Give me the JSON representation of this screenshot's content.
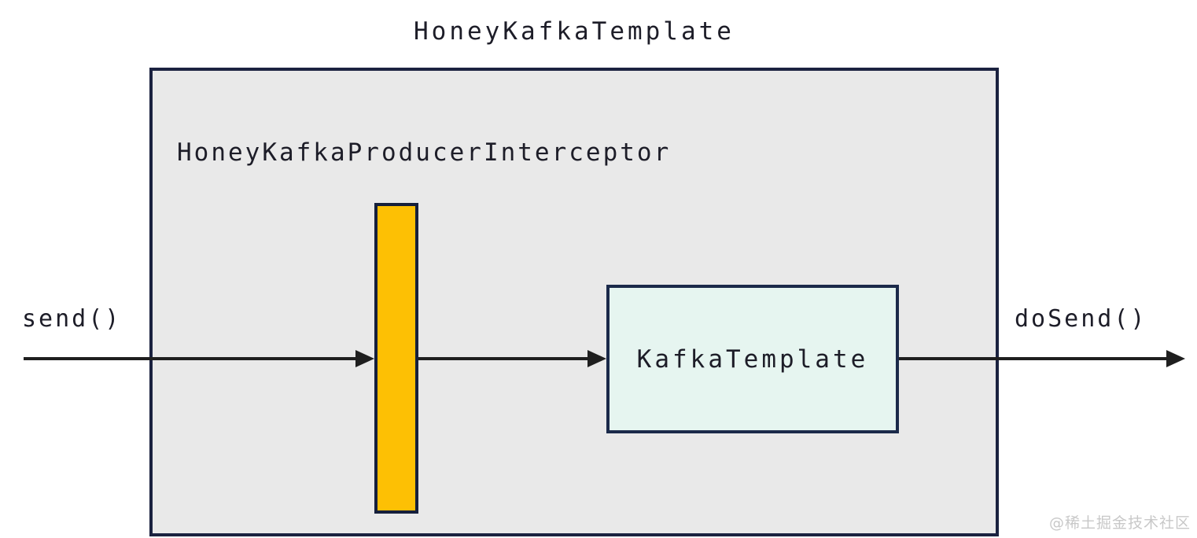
{
  "diagram": {
    "title": "HoneyKafkaTemplate",
    "outer_box": {
      "label": "HoneyKafkaProducerInterceptor"
    },
    "kafka_box": {
      "label": "KafkaTemplate"
    },
    "arrows": {
      "send_label": "send()",
      "dosend_label": "doSend()"
    },
    "watermark": {
      "text": "@稀土掘金技术社区"
    }
  },
  "colors": {
    "canvas-bg": "#ffffff",
    "outer-fill": "#e9e9e9",
    "outer-border": "#1b2240",
    "bar-fill": "#fdc004",
    "bar-border": "#16203c",
    "kafka-fill": "#e6f5f0",
    "kafka-border": "#1b2a4a",
    "arrow-color": "#1f1f1f",
    "text-color": "#1d1d28",
    "watermark-color": "#c8c8c8"
  }
}
